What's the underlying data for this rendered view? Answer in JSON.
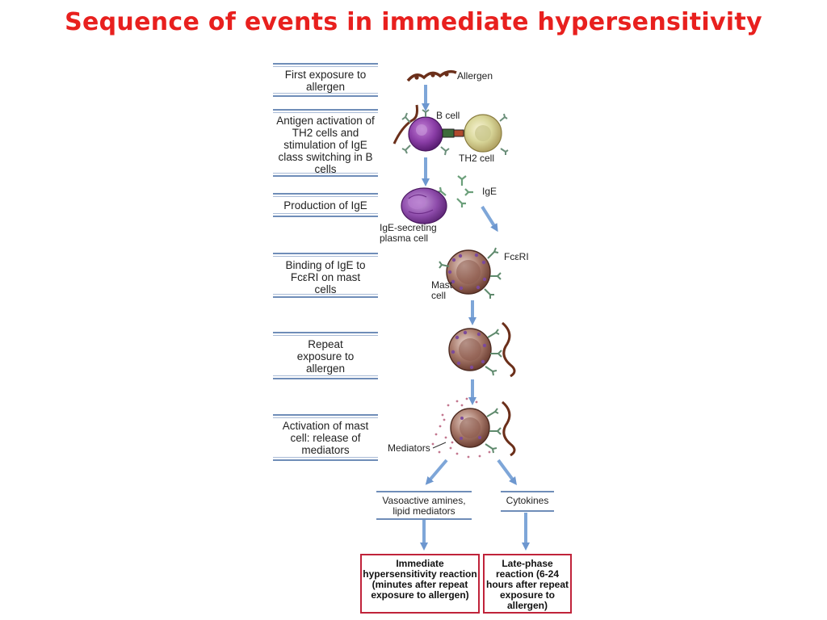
{
  "title": "Sequence of events in immediate hypersensitivity",
  "stages": [
    "First exposure to allergen",
    "Antigen activation of TH2 cells and stimulation of IgE class switching in B cells",
    "Production of IgE",
    "Binding of IgE to FcεRI on mast cells",
    "Repeat exposure to allergen",
    "Activation of mast cell: release of mediators"
  ],
  "labels": {
    "allergen": "Allergen",
    "b_cell": "B cell",
    "th2_cell": "TH2 cell",
    "ige": "IgE",
    "plasma_cell": "IgE-secreting plasma cell",
    "fceri": "FcεRI",
    "mast_cell": "Mast cell",
    "mediators": "Mediators"
  },
  "outcomes": {
    "vasoactive": "Vasoactive amines, lipid mediators",
    "cytokines": "Cytokines",
    "immediate": "Immediate hypersensitivity reaction (minutes after repeat exposure to allergen)",
    "late": "Late-phase reaction (6-24 hours after repeat exposure to allergen)"
  },
  "colors": {
    "title": "#e8201e",
    "arrow": "#7ea6d8",
    "b_cell": "#8a3da6",
    "th2_cell": "#d9d79a",
    "mast_cell": "#9a6a5c",
    "final_border": "#c0233a"
  }
}
